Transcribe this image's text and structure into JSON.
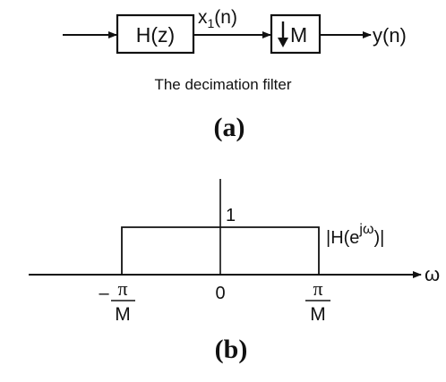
{
  "block_diagram": {
    "filter_block_label": "H(z)",
    "intermediate_signal": {
      "base": "x",
      "subscript": "1",
      "arg": "(n)"
    },
    "downsampler_label": "M",
    "output_signal": "y(n)",
    "caption": "The decimation filter"
  },
  "panel_labels": {
    "a": "(a)",
    "b": "(b)"
  },
  "spectrum": {
    "axis_label": "ω",
    "magnitude_label": {
      "prefix": "|H(e",
      "superscript": "jω",
      "suffix": ")|"
    },
    "height_label": "1",
    "tick_center": "0",
    "tick_left": {
      "sign": "–",
      "numerator": "π",
      "denominator": "M"
    },
    "tick_right": {
      "numerator": "π",
      "denominator": "M"
    }
  },
  "colors": {
    "ink": "#111111",
    "background": "#ffffff"
  }
}
